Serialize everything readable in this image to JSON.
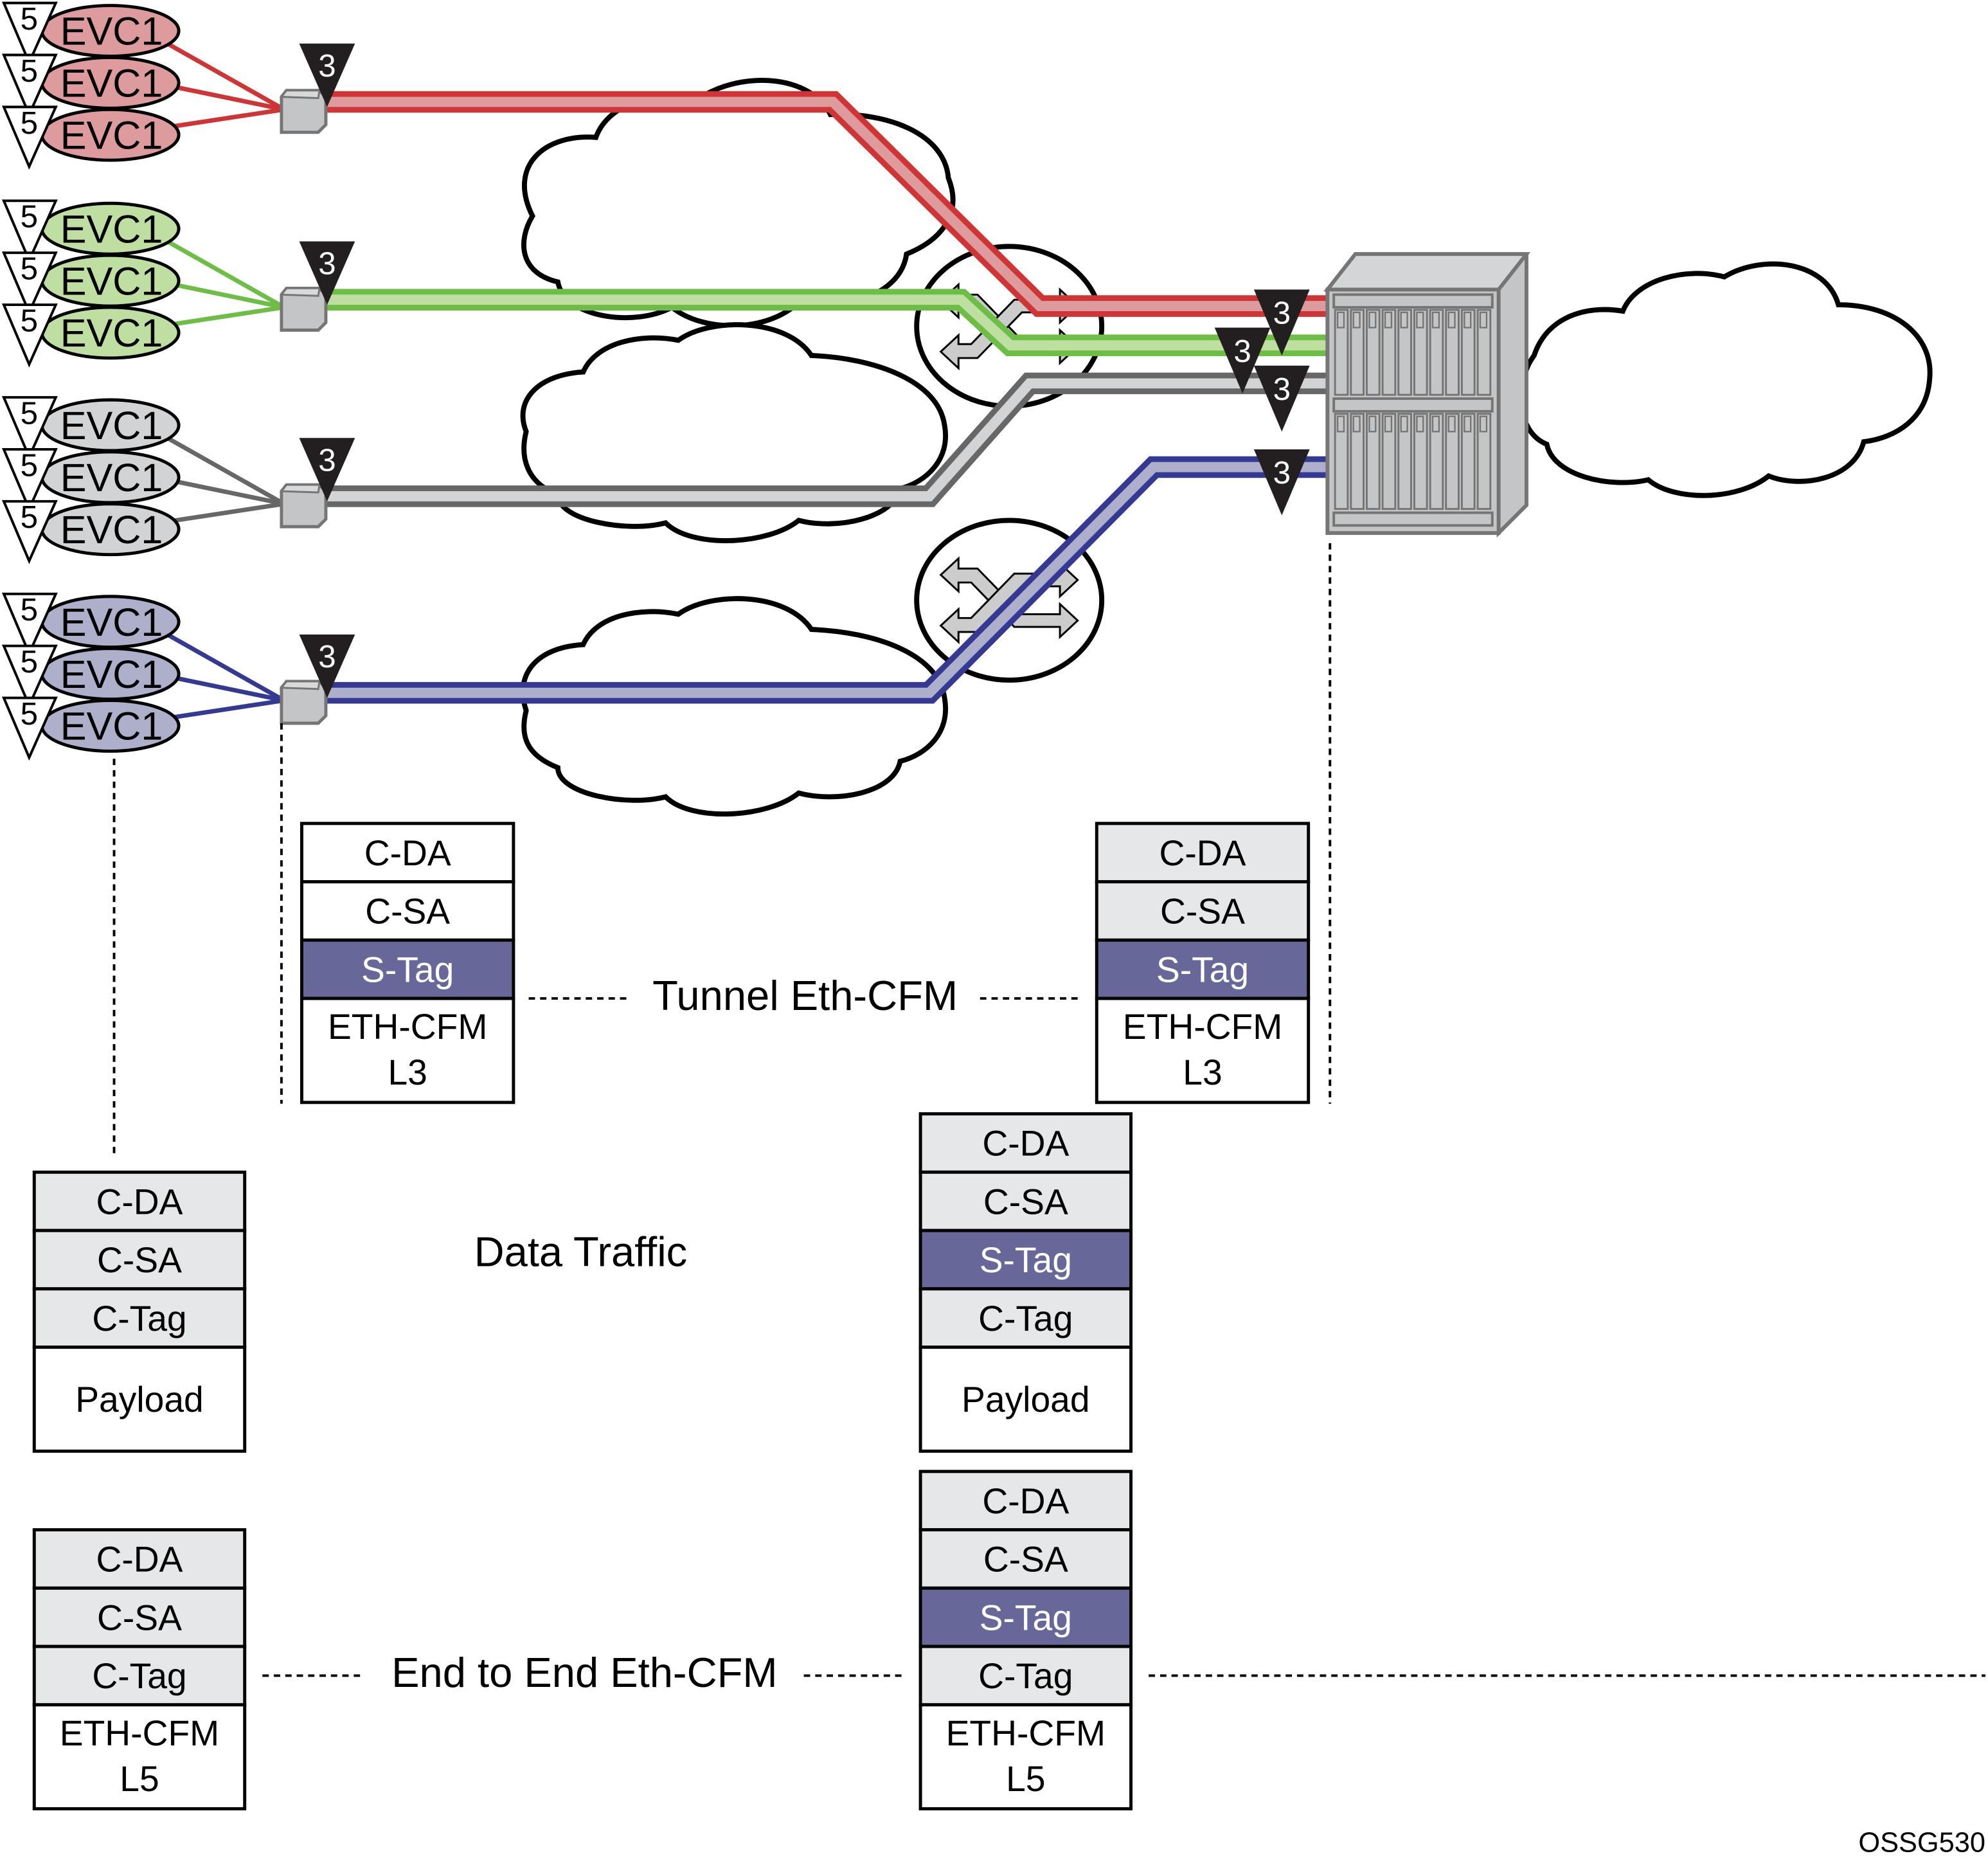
{
  "figure_id": "OSSG530",
  "colors": {
    "red_dark": "#CF3535",
    "red_light": "#DE9B9D",
    "green_dark": "#6CBE45",
    "green_light": "#BFDFA2",
    "grey_dark": "#676767",
    "grey_light": "#D2D3D5",
    "blue_dark": "#343A93",
    "blue_light": "#ADAFCB",
    "stag_fill": "#676899",
    "header_fill": "#E6E7E8",
    "device_fill": "#C4C5C7"
  },
  "customer_groups": [
    {
      "color": "red",
      "evcs": [
        {
          "label": "EVC1",
          "level": "5"
        },
        {
          "label": "EVC1",
          "level": "5"
        },
        {
          "label": "EVC1",
          "level": "5"
        }
      ],
      "access_mep_level": "3"
    },
    {
      "color": "green",
      "evcs": [
        {
          "label": "EVC1",
          "level": "5"
        },
        {
          "label": "EVC1",
          "level": "5"
        },
        {
          "label": "EVC1",
          "level": "5"
        }
      ],
      "access_mep_level": "3"
    },
    {
      "color": "grey",
      "evcs": [
        {
          "label": "EVC1",
          "level": "5"
        },
        {
          "label": "EVC1",
          "level": "5"
        },
        {
          "label": "EVC1",
          "level": "5"
        }
      ],
      "access_mep_level": "3"
    },
    {
      "color": "blue",
      "evcs": [
        {
          "label": "EVC1",
          "level": "5"
        },
        {
          "label": "EVC1",
          "level": "5"
        },
        {
          "label": "EVC1",
          "level": "5"
        }
      ],
      "access_mep_level": "3"
    }
  ],
  "core_meps": [
    {
      "color": "red",
      "level": "3"
    },
    {
      "color": "green",
      "level": "3"
    },
    {
      "color": "grey",
      "level": "3"
    },
    {
      "color": "blue",
      "level": "3"
    }
  ],
  "labels": {
    "tunnel": "Tunnel Eth-CFM",
    "data": "Data Traffic",
    "e2e": "End to End Eth-CFM"
  },
  "frames": {
    "tunnel_left": [
      "C-DA",
      "C-SA",
      "S-Tag",
      "ETH-CFM",
      "L3"
    ],
    "tunnel_right": [
      "C-DA",
      "C-SA",
      "S-Tag",
      "ETH-CFM",
      "L3"
    ],
    "data_left": [
      "C-DA",
      "C-SA",
      "C-Tag",
      "Payload"
    ],
    "data_right": [
      "C-DA",
      "C-SA",
      "S-Tag",
      "C-Tag",
      "Payload"
    ],
    "e2e_left": [
      "C-DA",
      "C-SA",
      "C-Tag",
      "ETH-CFM",
      "L5"
    ],
    "e2e_right": [
      "C-DA",
      "C-SA",
      "S-Tag",
      "C-Tag",
      "ETH-CFM",
      "L5"
    ]
  }
}
